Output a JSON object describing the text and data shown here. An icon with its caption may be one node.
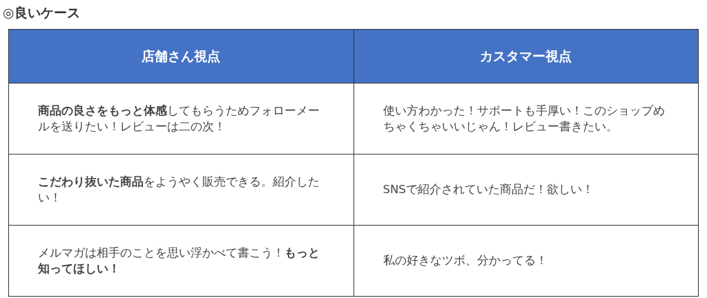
{
  "diagram": {
    "title": "◎良いケース",
    "labels": [
      "店舗さん視点",
      "カスタマー視点",
      "**商品の良さをもっと体感**してもらうためフォローメールを送りたい！レビューは二の次！",
      "使い方わかった！サポートも手厚い！このショップめちゃくちゃいいじゃん！レビュー書きたい。",
      "**こだわり抜いた商品**をようやく販売できる。紹介したい！",
      "SNSで紹介されていた商品だ！欲しい！",
      "メルマガは相手のことを思い浮かべて書こう！**もっと知ってほしい！**",
      "私の好きなツボ、分かってる！"
    ]
  }
}
